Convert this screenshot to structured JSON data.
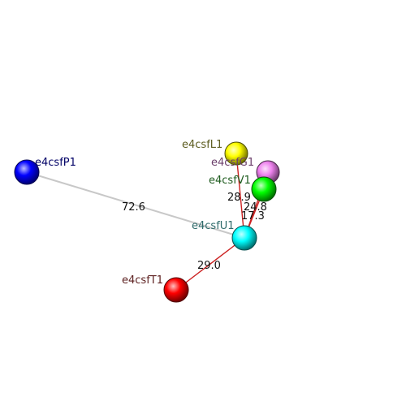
{
  "atoms": [
    {
      "id": "P1",
      "label": "e4csfP1",
      "color": "#0000ff",
      "label_color": "#000066"
    },
    {
      "id": "L1",
      "label": "e4csfL1",
      "color": "#ffff00",
      "label_color": "#5c5c1f"
    },
    {
      "id": "G1",
      "label": "e4csfG1",
      "color": "#ee82ee",
      "label_color": "#6b3f6b"
    },
    {
      "id": "V1",
      "label": "e4csfV1",
      "color": "#00ff00",
      "label_color": "#1f5c1f"
    },
    {
      "id": "U1",
      "label": "e4csfU1",
      "color": "#00ffff",
      "label_color": "#2f6b6b"
    },
    {
      "id": "T1",
      "label": "e4csfT1",
      "color": "#ff0000",
      "label_color": "#5c1f1f"
    }
  ],
  "bonds": [
    {
      "from": "P1",
      "to": "U1",
      "label": "72.6",
      "color": "#c8c8c8"
    },
    {
      "from": "L1",
      "to": "U1",
      "label": "28.9",
      "color": "#cc2222"
    },
    {
      "from": "G1",
      "to": "U1",
      "label": "24.8",
      "color": "#cc2222"
    },
    {
      "from": "V1",
      "to": "U1",
      "label": "17.3",
      "color": "#cc2222"
    },
    {
      "from": "U1",
      "to": "T1",
      "label": "29.0",
      "color": "#cc2222"
    }
  ]
}
